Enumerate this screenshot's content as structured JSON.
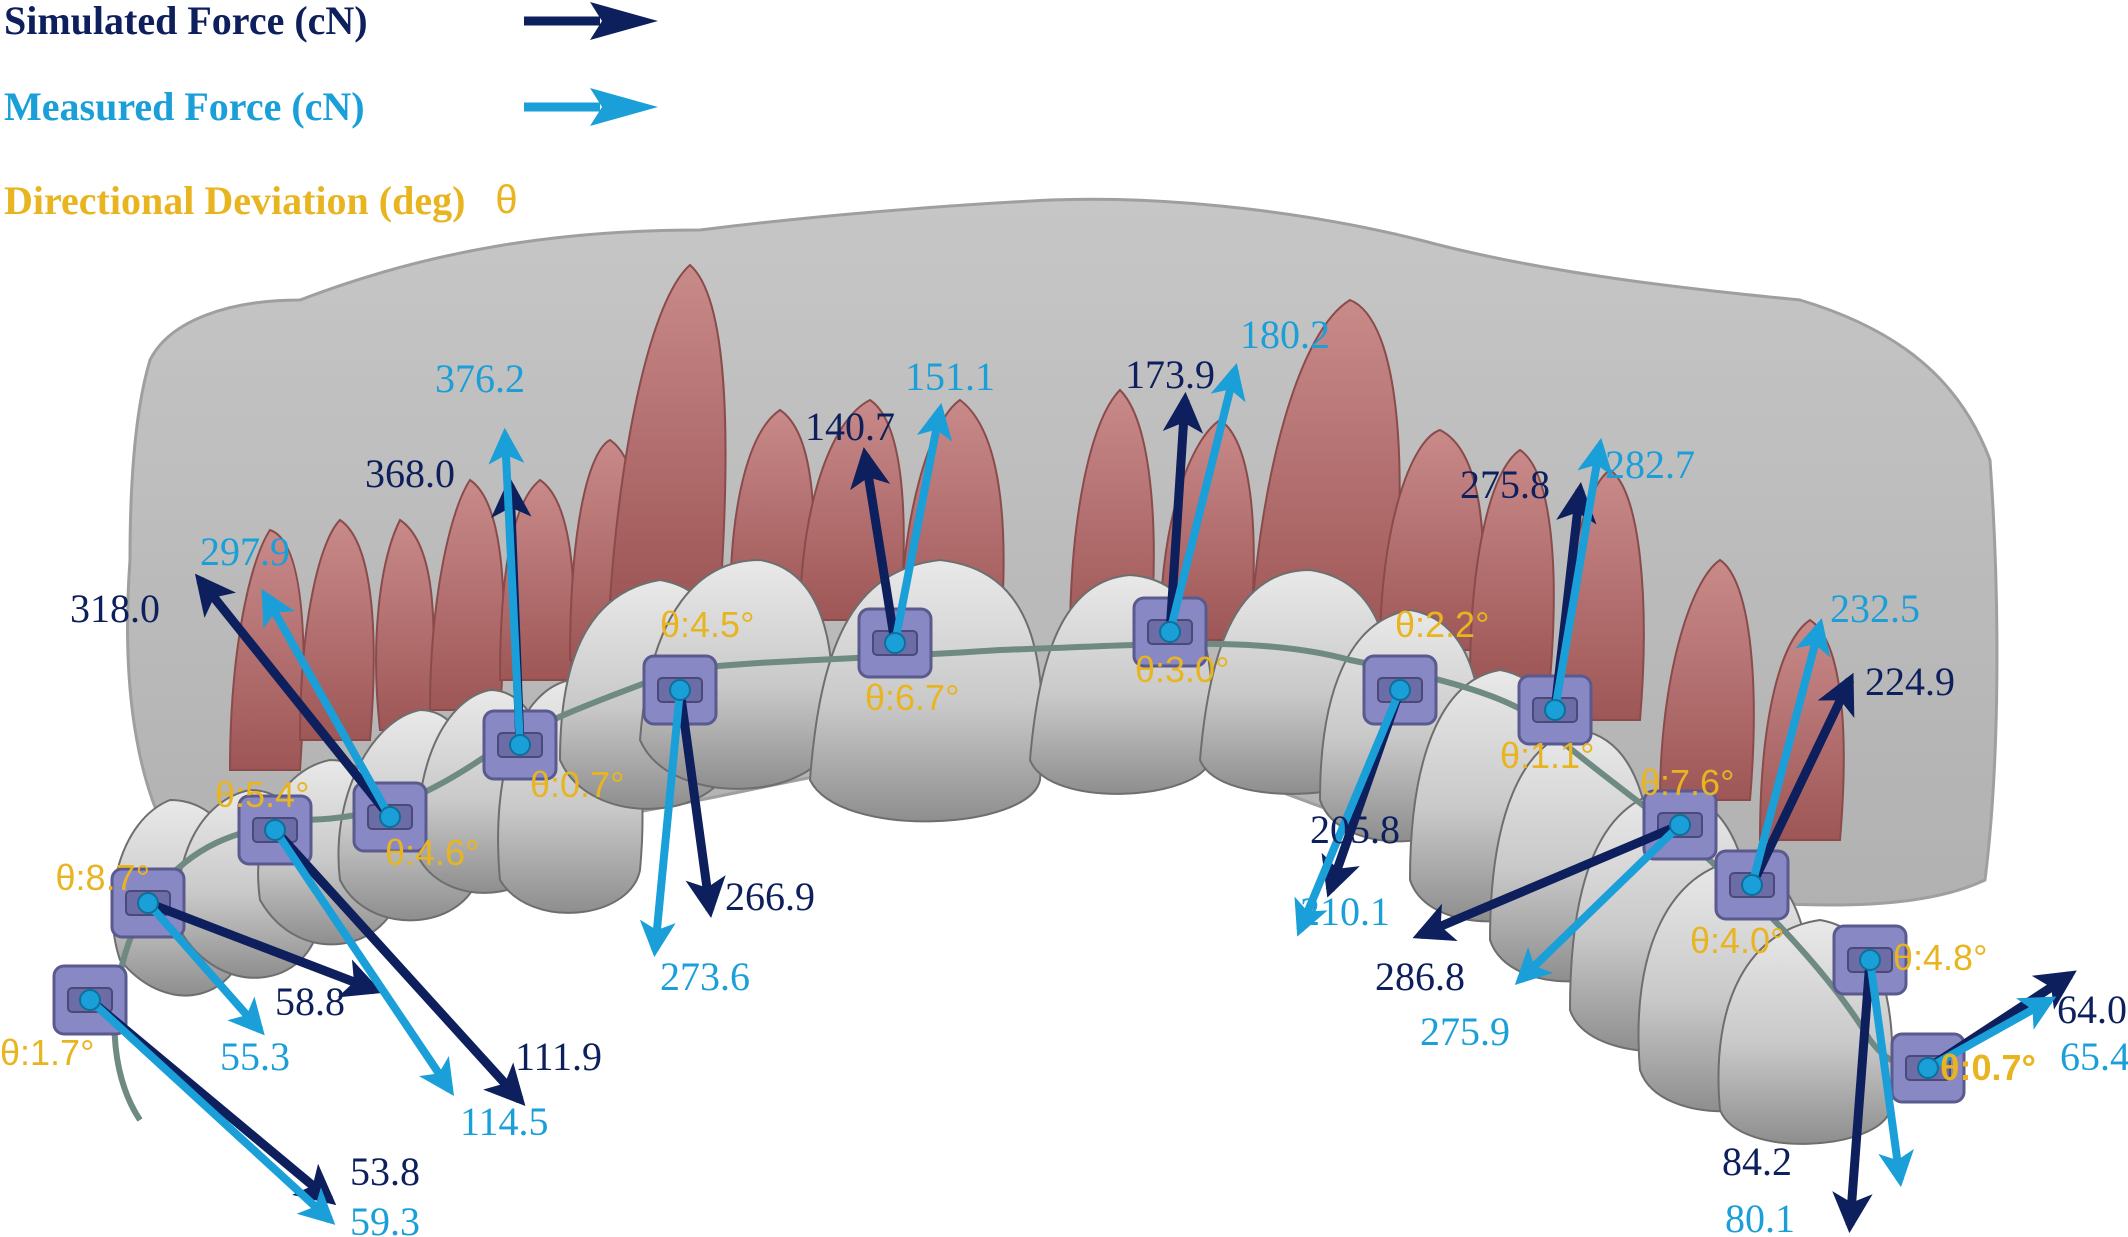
{
  "legend": {
    "simulated": {
      "label": "Simulated Force (cN)",
      "color": "#0d1f5c"
    },
    "measured": {
      "label": "Measured Force (cN)",
      "color": "#1a9fd8"
    },
    "deviation": {
      "label": "Directional Deviation (deg)",
      "symbol": "θ",
      "color": "#e8b520"
    }
  },
  "colors": {
    "gum": "#b46a6a",
    "tooth": "#d2d2d2",
    "appliance": "#a9a9a9",
    "bracket": "#8888c4",
    "wire": "#6f8a82"
  },
  "brackets": [
    {
      "id": "b1",
      "simulated_force": "53.8",
      "measured_force": "59.3",
      "deviation": "θ:1.7°"
    },
    {
      "id": "b2",
      "simulated_force": "58.8",
      "measured_force": "55.3",
      "deviation": "θ:8.7°"
    },
    {
      "id": "b3",
      "simulated_force": "111.9",
      "measured_force": "114.5",
      "deviation": "θ:5.4°"
    },
    {
      "id": "b4",
      "simulated_force": "318.0",
      "measured_force": "297.9",
      "deviation": "θ:4.6°"
    },
    {
      "id": "b5",
      "simulated_force": "368.0",
      "measured_force": "376.2",
      "deviation": "θ:0.7°"
    },
    {
      "id": "b6",
      "simulated_force": "266.9",
      "measured_force": "273.6",
      "deviation": "θ:4.5°"
    },
    {
      "id": "b7",
      "simulated_force": "140.7",
      "measured_force": "151.1",
      "deviation": "θ:6.7°"
    },
    {
      "id": "b8",
      "simulated_force": "173.9",
      "measured_force": "180.2",
      "deviation": "θ:3.0°"
    },
    {
      "id": "b9",
      "simulated_force": "205.8",
      "measured_force": "210.1",
      "deviation": "θ:2.2°"
    },
    {
      "id": "b10",
      "simulated_force": "275.8",
      "measured_force": "282.7",
      "deviation": "θ:1.1°"
    },
    {
      "id": "b11",
      "simulated_force": "286.8",
      "measured_force": "275.9",
      "deviation": "θ:7.6°"
    },
    {
      "id": "b12",
      "simulated_force": "224.9",
      "measured_force": "232.5",
      "deviation": "θ:4.0°"
    },
    {
      "id": "b13",
      "simulated_force": "84.2",
      "measured_force": "80.1",
      "deviation": "θ:4.8°"
    },
    {
      "id": "b14",
      "simulated_force": "64.0",
      "measured_force": "65.4",
      "deviation": "θ:0.7°"
    }
  ]
}
